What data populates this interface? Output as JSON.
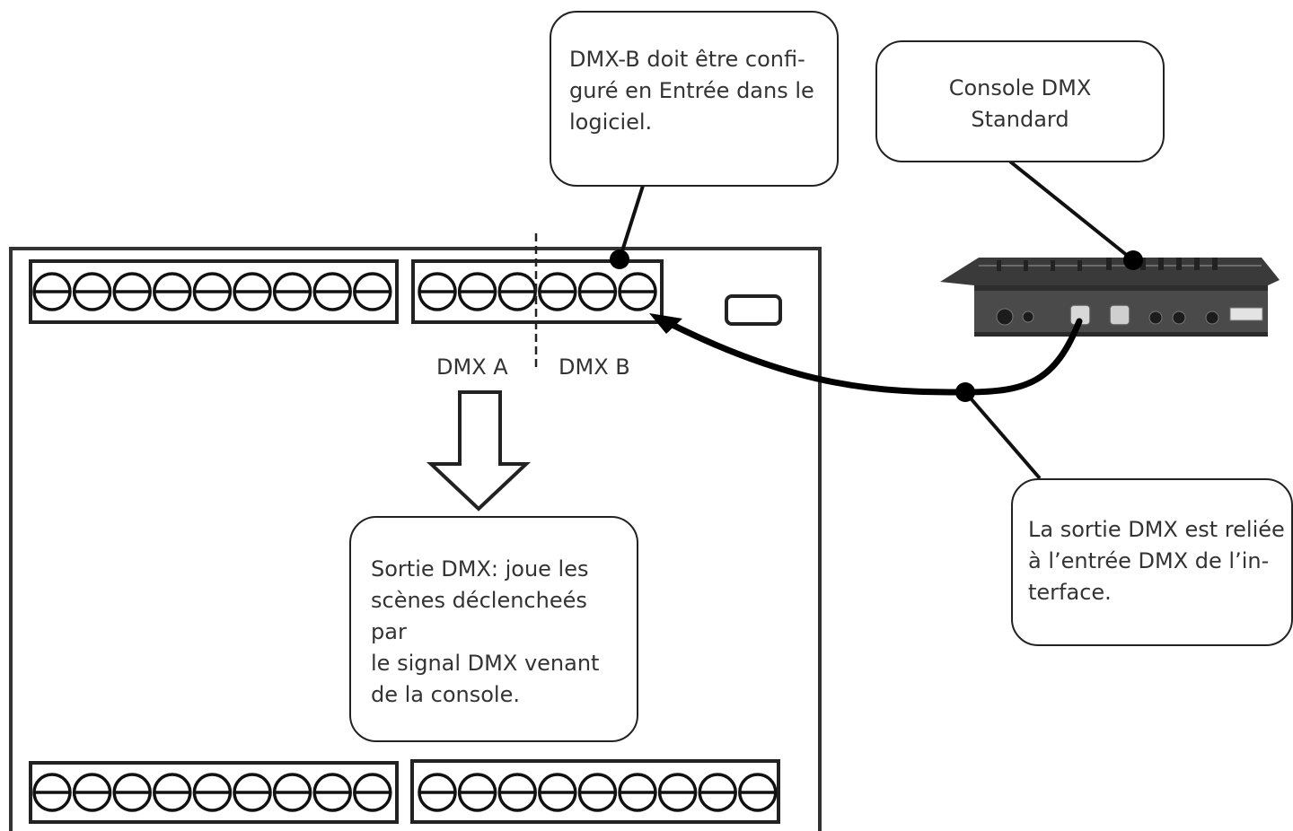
{
  "labels": {
    "dmx_a": "DMX A",
    "dmx_b": "DMX B"
  },
  "callouts": {
    "dmx_b_config": "DMX-B doit être confi-\nguré en Entrée dans le\nlogiciel.",
    "console": "Console DMX\nStandard",
    "dmx_output": "Sortie DMX: joue les\nscènes déclencheés par\nle signal DMX venant\nde la console.",
    "link": "La sortie DMX est reliée\nà l’entrée DMX de l’in-\nterface."
  },
  "terminal_blocks": [
    {
      "id": "top-left",
      "screws": 9
    },
    {
      "id": "top-right-dmx",
      "screws": 6
    },
    {
      "id": "bottom-left",
      "screws": 9
    },
    {
      "id": "bottom-right",
      "screws": 9
    }
  ],
  "icons": {
    "console": "dmx-console-icon",
    "arrow": "down-arrow-icon"
  }
}
